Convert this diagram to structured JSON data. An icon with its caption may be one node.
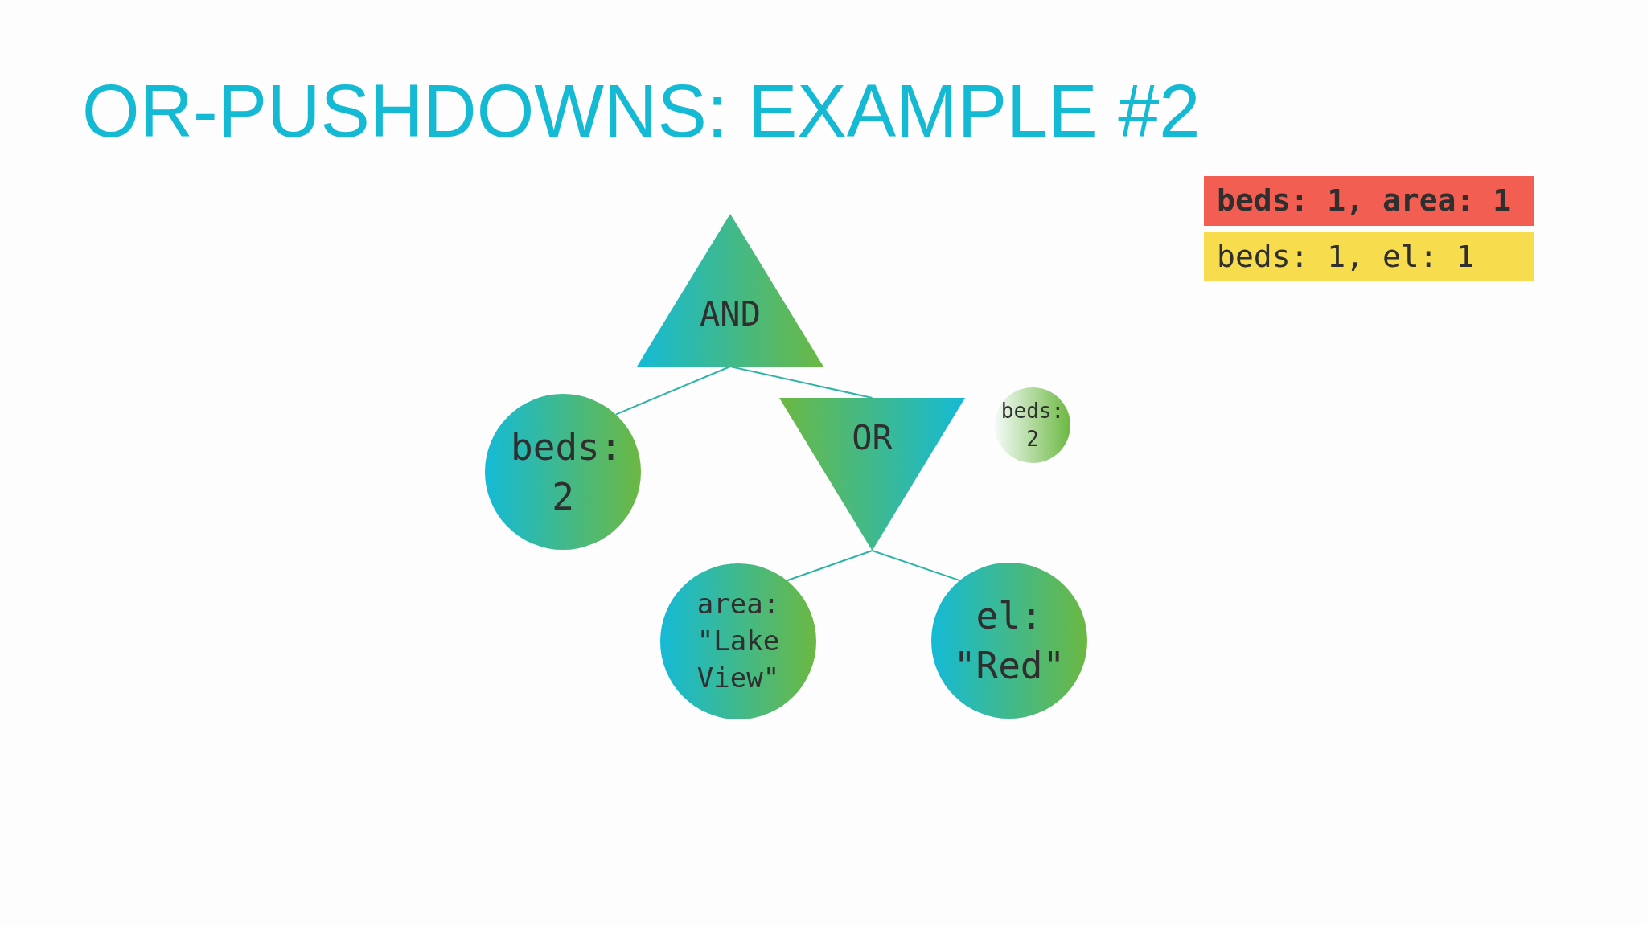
{
  "diagram": {
    "title": "OR-PUSHDOWNS: EXAMPLE #2",
    "nodes": [
      {
        "text": [
          "AND"
        ]
      },
      {
        "text": [
          "beds: 2"
        ]
      },
      {
        "text": [
          "OR"
        ]
      },
      {
        "text": [
          "beds: 2"
        ]
      },
      {
        "text": [
          "area: \"Lake View\""
        ]
      },
      {
        "text": [
          "el: \"Red\""
        ]
      },
      {
        "text": [
          "beds: 1, area: 1"
        ]
      },
      {
        "text": [
          "beds: 1, el: 1"
        ]
      }
    ],
    "edges": [
      {
        "from": 0,
        "to": 1,
        "arrow": "none"
      },
      {
        "from": 0,
        "to": 2,
        "arrow": "none"
      },
      {
        "from": 2,
        "to": 4,
        "arrow": "none"
      },
      {
        "from": 2,
        "to": 5,
        "arrow": "none"
      }
    ]
  }
}
